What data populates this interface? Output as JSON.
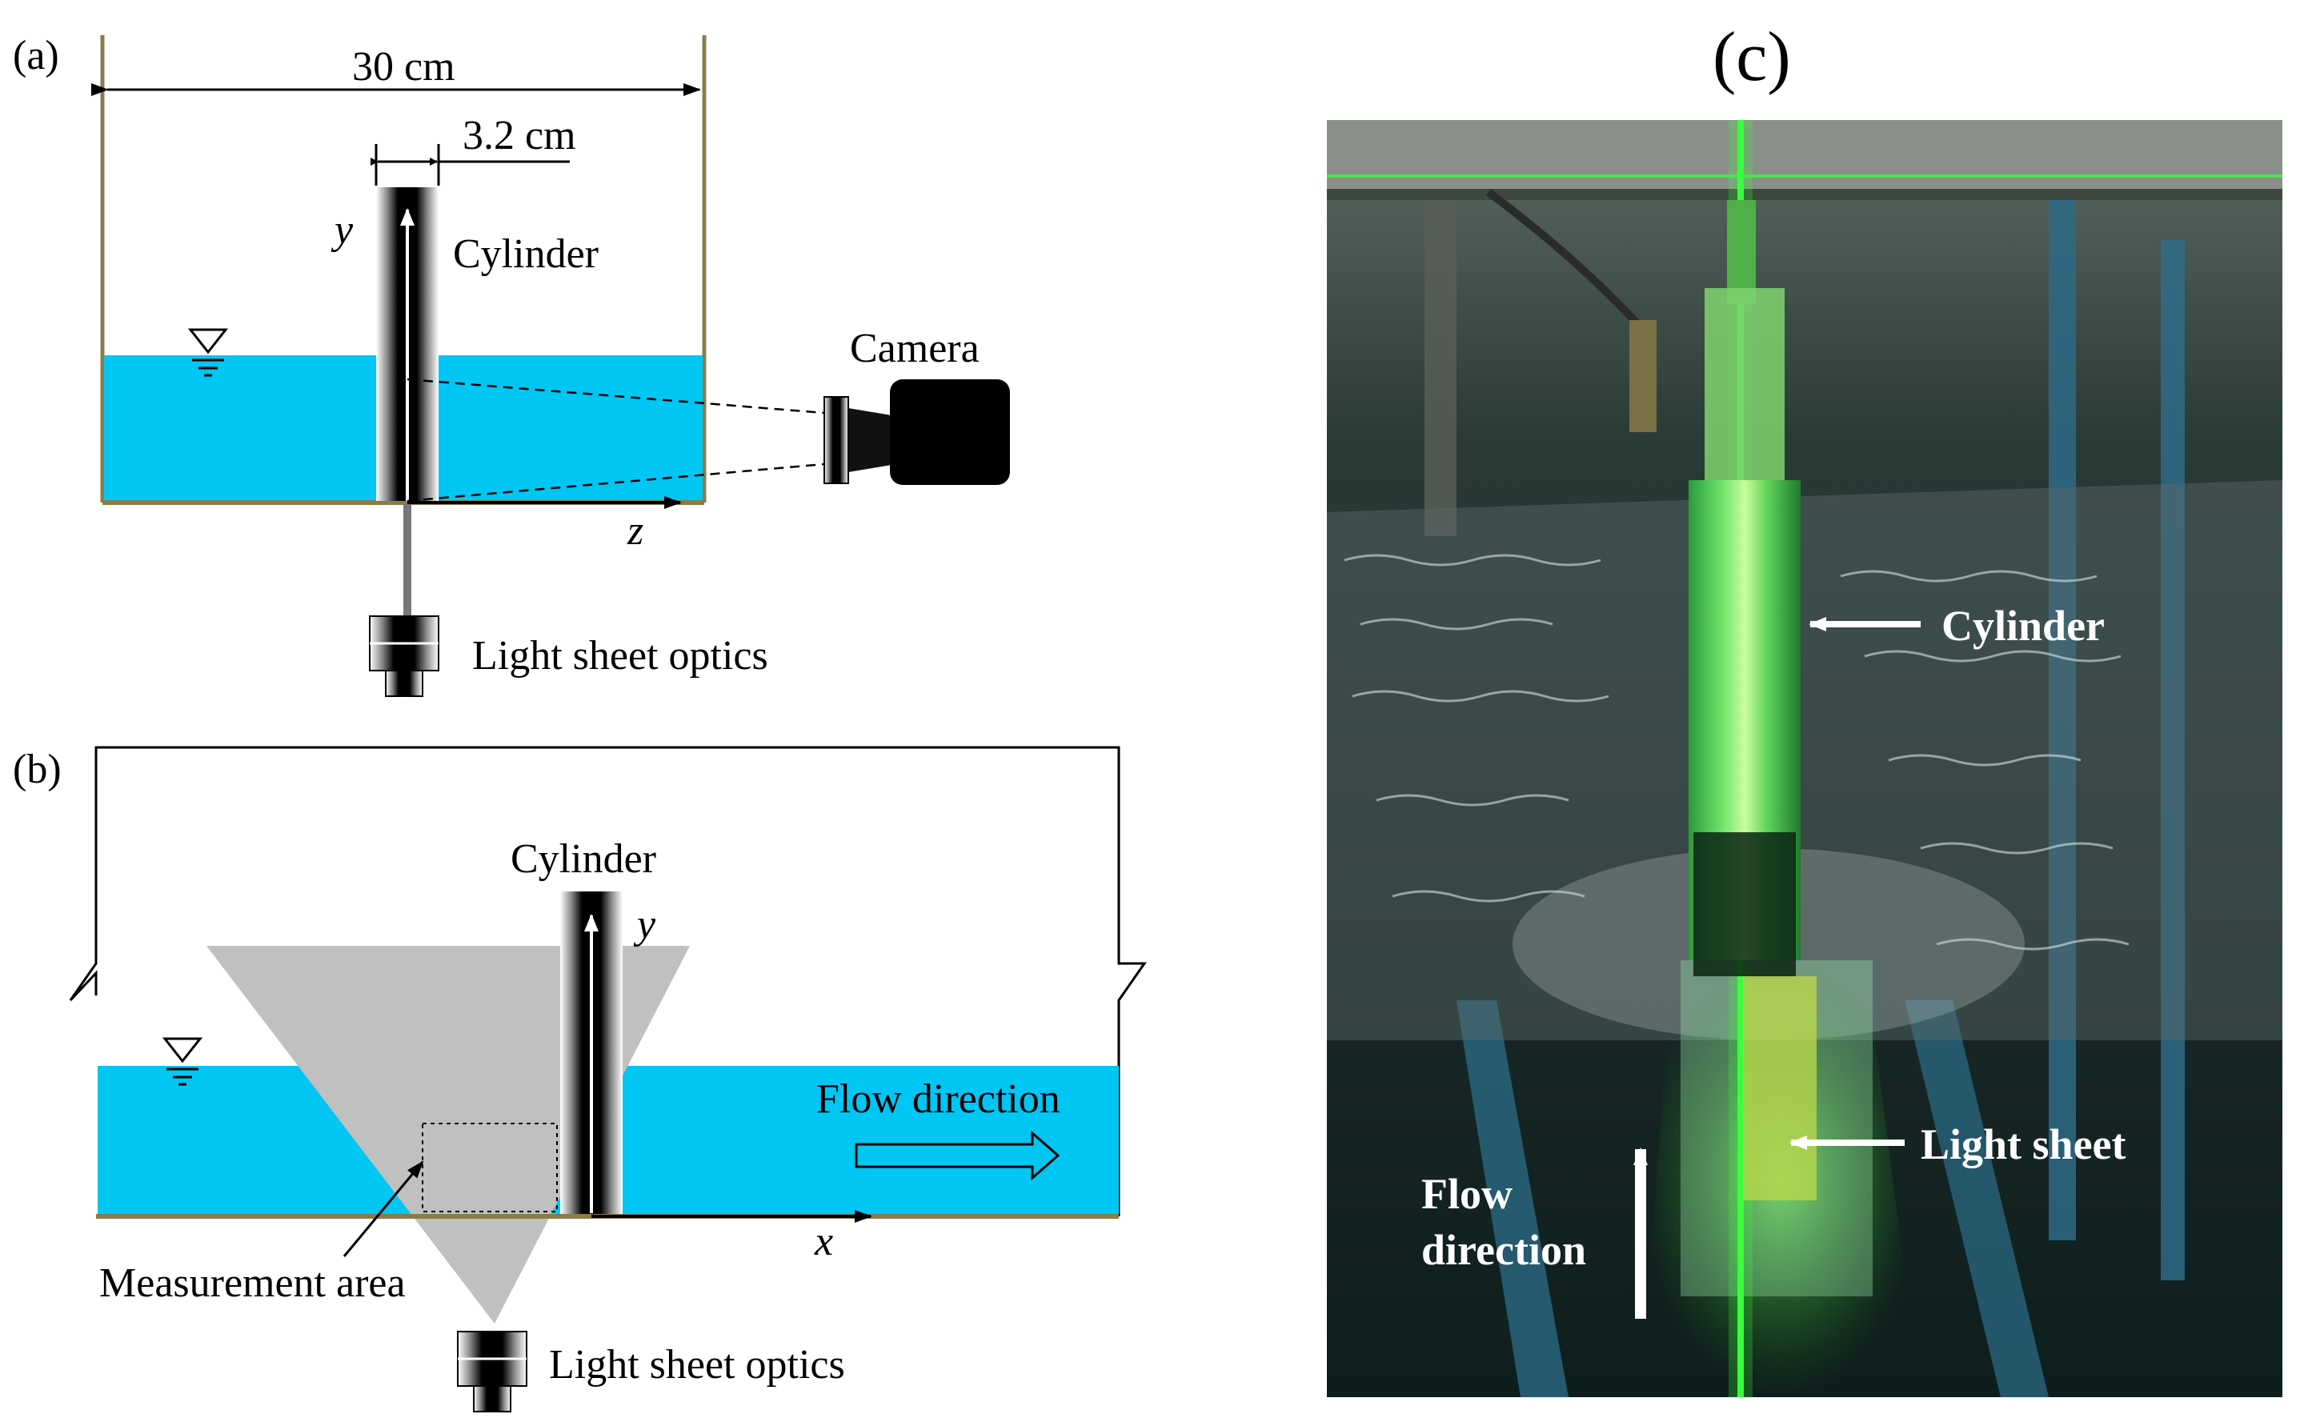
{
  "panel_a": {
    "label": "(a)",
    "width_dim": "30 cm",
    "diameter_dim": "3.2 cm",
    "axis_vertical": "y",
    "axis_horizontal": "z",
    "cylinder_label": "Cylinder",
    "camera_label": "Camera",
    "optics_label": "Light sheet optics"
  },
  "panel_b": {
    "label": "(b)",
    "cylinder_label": "Cylinder",
    "axis_vertical": "y",
    "axis_horizontal": "x",
    "flow_label": "Flow direction",
    "measurement_label": "Measurement area",
    "optics_label": "Light sheet optics"
  },
  "panel_c": {
    "label": "(c)",
    "cylinder_label": "Cylinder",
    "light_sheet_label": "Light sheet",
    "flow_label_line1": "Flow",
    "flow_label_line2": "direction"
  },
  "colors": {
    "water": "#00c6f4",
    "tank_floor": "#8a7c4a",
    "light_sheet_green": "#39ff3a",
    "wedge_gray": "#c0c0c0"
  }
}
